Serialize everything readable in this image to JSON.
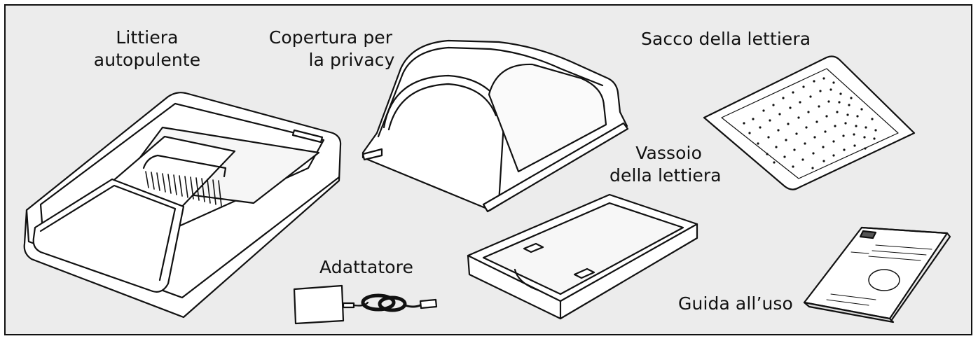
{
  "labels": {
    "litter_box_line1": "Littiera",
    "litter_box_line2": "autopulente",
    "cover_line1": "Copertura per",
    "cover_line2": "la privacy",
    "litter_bag": "Sacco della lettiera",
    "tray_line1": "Vassoio",
    "tray_line2": "della lettiera",
    "adapter": "Adattatore",
    "guide": "Guida all’uso"
  },
  "colors": {
    "background": "#ececec",
    "border": "#111111",
    "item_fill": "#ffffff",
    "stroke": "#111111"
  }
}
